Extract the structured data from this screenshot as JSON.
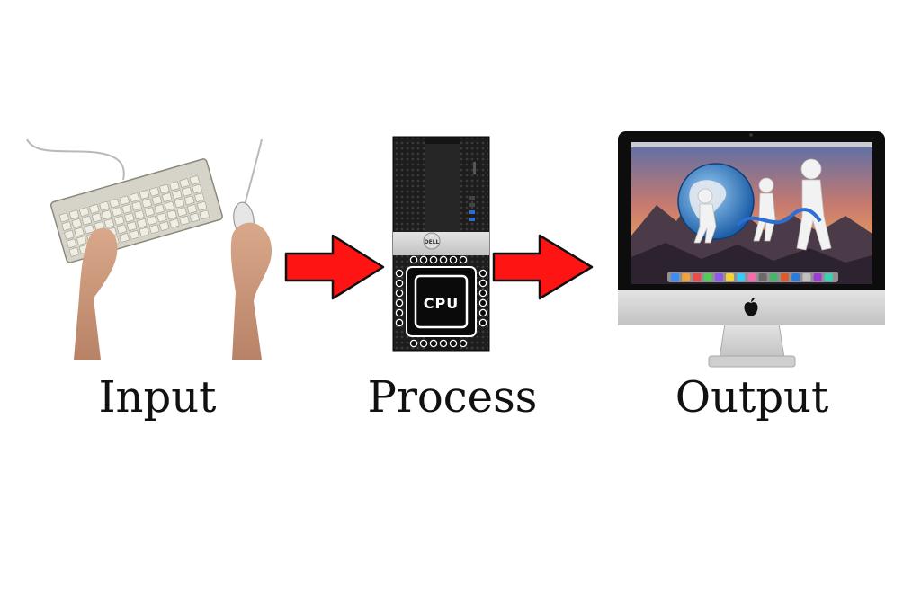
{
  "stages": [
    {
      "label": "Input",
      "illustration": "keyboard-and-mouse"
    },
    {
      "label": "Process",
      "illustration": "desktop-tower"
    },
    {
      "label": "Output",
      "illustration": "monitor"
    }
  ],
  "cpu_chip": {
    "label": "CPU"
  },
  "tower": {
    "brand": "DELL"
  },
  "colors": {
    "arrow": "#ff1414",
    "arrow_outline": "#111111",
    "chip": "#0a0a0a",
    "background": "#ffffff"
  }
}
